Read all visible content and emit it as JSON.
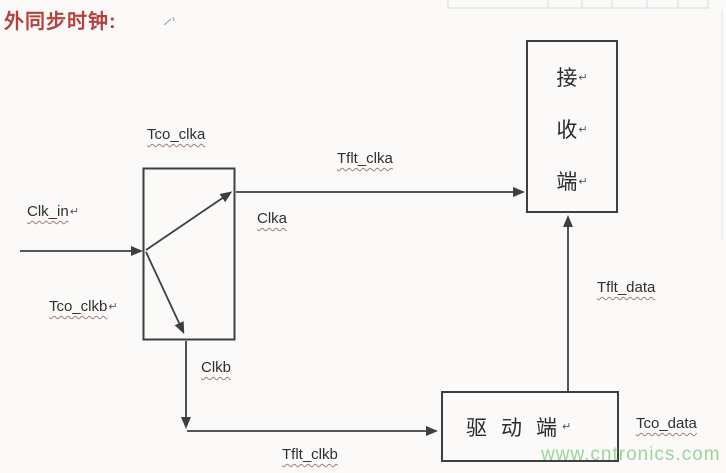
{
  "title": "外同步时钟:",
  "return_mark": "↵",
  "labels": {
    "tco_clka": "Tco_clka",
    "tflt_clka": "Tflt_clka",
    "clk_in": "Clk_in",
    "clka": "Clka",
    "tco_clkb": "Tco_clkb",
    "clkb": "Clkb",
    "tflt_clkb": "Tflt_clkb",
    "tflt_data": "Tflt_data",
    "tco_data": "Tco_data"
  },
  "boxes": {
    "receiver_chars": [
      "接",
      "收",
      "端"
    ],
    "driver_label": "驱动端"
  },
  "watermark": "www.cntronics.com",
  "colors": {
    "title": "#b5413f",
    "line": "#3f3f3f",
    "label_text": "#2f2f2f",
    "squiggle": "#9b7f7f",
    "watermark_green": "#92d092",
    "box_border": "#3f3f3f"
  }
}
